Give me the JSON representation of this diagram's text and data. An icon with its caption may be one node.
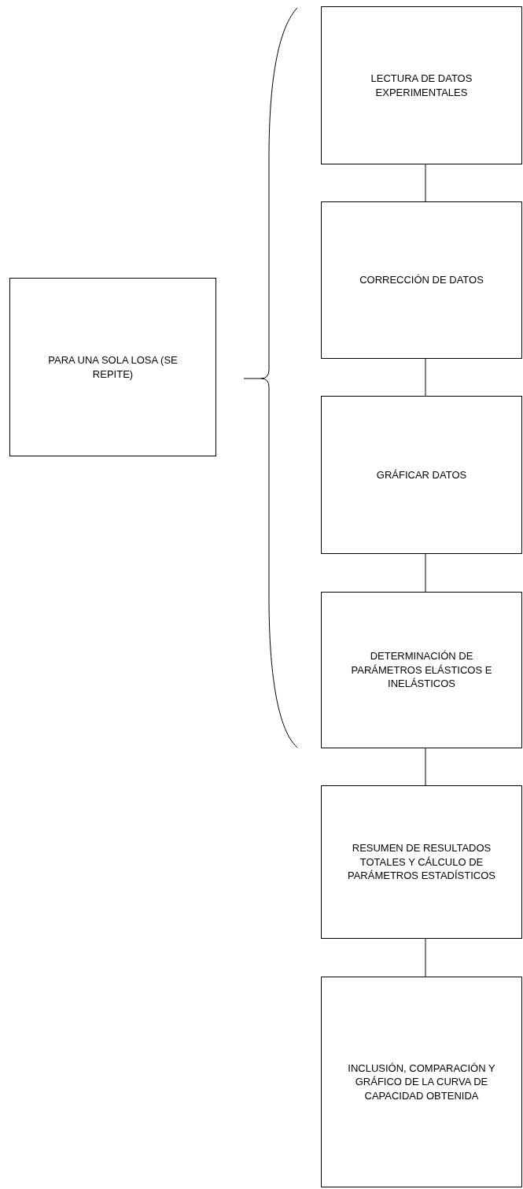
{
  "diagram": {
    "nodes": [
      {
        "text": [
          "PARA UNA SOLA LOSA (SE REPITE)"
        ]
      },
      {
        "text": [
          "LECTURA DE DATOS EXPERIMENTALES"
        ]
      },
      {
        "text": [
          "CORRECCIÓN DE DATOS"
        ]
      },
      {
        "text": [
          "GRÁFICAR DATOS"
        ]
      },
      {
        "text": [
          "DETERMINACIÓN DE PARÁMETROS ELÁSTICOS E INELÁSTICOS"
        ]
      },
      {
        "text": [
          "RESUMEN DE RESULTADOS TOTALES Y CÁLCULO DE PARÁMETROS ESTADÍSTICOS"
        ]
      },
      {
        "text": [
          "INCLUSIÓN, COMPARACIÓN Y GRÁFICO DE LA CURVA DE CAPACIDAD OBTENIDA"
        ]
      }
    ],
    "edges": [
      {
        "from": 1,
        "to": 2,
        "arrow": "none"
      },
      {
        "from": 2,
        "to": 3,
        "arrow": "none"
      },
      {
        "from": 3,
        "to": 4,
        "arrow": "none"
      },
      {
        "from": 4,
        "to": 5,
        "arrow": "none"
      },
      {
        "from": 5,
        "to": 6,
        "arrow": "none"
      }
    ]
  }
}
